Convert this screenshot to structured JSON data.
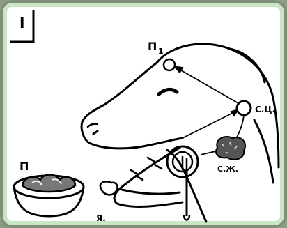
{
  "figure": {
    "panel_number": "I",
    "labels": {
      "p1": "П",
      "p1_sub": "1",
      "sc": "С.Ц.",
      "sg": "С.Ж.",
      "food": "П",
      "ya": "Я."
    }
  }
}
